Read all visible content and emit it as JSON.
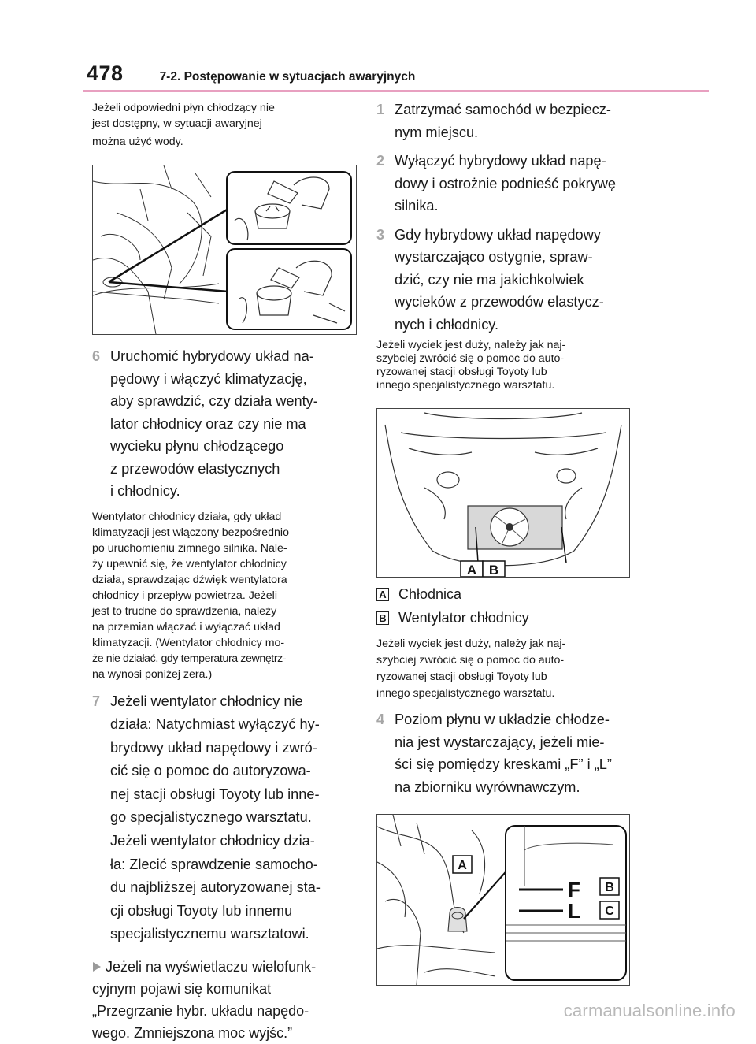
{
  "header": {
    "page_number": "478",
    "section": "7-2. Postępowanie w sytuacjach awaryjnych"
  },
  "left": {
    "intro": [
      "Jeżeli odpowiedni płyn chłodzący nie",
      "jest dostępny, w sytuacji awaryjnej",
      "można użyć wody."
    ],
    "step6": {
      "num": "6",
      "lines": [
        "Uruchomić hybrydowy układ na-",
        "pędowy i włączyć klimatyzację,",
        "aby sprawdzić, czy działa wenty-",
        "lator chłodnicy oraz czy nie ma",
        "wycieku płynu chłodzącego",
        "z przewodów elastycznych",
        "i chłodnicy."
      ]
    },
    "note": [
      "Wentylator chłodnicy działa, gdy układ",
      "klimatyzacji jest włączony bezpośrednio",
      "po uruchomieniu zimnego silnika. Nale-",
      "ży upewnić się, że wentylator chłodnicy",
      "działa, sprawdzając dźwięk wentylatora",
      "chłodnicy i przepływ powietrza. Jeżeli",
      "jest to trudne do sprawdzenia, należy",
      "na przemian włączać i wyłączać układ",
      "klimatyzacji. (Wentylator chłodnicy mo-",
      "że nie działać, gdy temperatura zewnętrz-",
      "na wynosi poniżej zera.)"
    ],
    "step7": {
      "num": "7",
      "lines": [
        "Jeżeli wentylator chłodnicy nie",
        "działa: Natychmiast wyłączyć hy-",
        "brydowy układ napędowy i zwró-",
        "cić się o pomoc do autoryzowa-",
        "nej stacji obsługi Toyoty lub inne-",
        "go specjalistycznego warsztatu.",
        "Jeżeli wentylator chłodnicy dzia-",
        "ła: Zlecić sprawdzenie samocho-",
        "du najbliższej autoryzowanej sta-",
        "cji obsługi Toyoty lub innemu",
        "specjalistycznemu warsztatowi."
      ]
    },
    "bullet": [
      "Jeżeli na wyświetlaczu wielofunk-",
      "cyjnym pojawi się komunikat",
      "„Przegrzanie hybr. układu napędo-",
      "wego. Zmniejszona moc wyjśc.”"
    ]
  },
  "right": {
    "step1": {
      "num": "1",
      "lines": [
        "Zatrzymać samochód w bezpiecz-",
        "nym miejscu."
      ]
    },
    "step2": {
      "num": "2",
      "lines": [
        "Wyłączyć hybrydowy układ napę-",
        "dowy i ostrożnie podnieść pokrywę",
        "silnika."
      ]
    },
    "step3": {
      "num": "3",
      "lines": [
        "Gdy hybrydowy układ napędowy",
        "wystarczająco ostygnie, spraw-",
        "dzić, czy nie ma jakichkolwiek",
        "wycieków z przewodów elastycz-",
        "nych i chłodnicy."
      ]
    },
    "note1": [
      "Jeżeli wyciek jest duży, należy jak naj-",
      "szybciej zwrócić się o pomoc do auto-",
      "ryzowanej stacji obsługi Toyoty lub",
      "innego specjalistycznego warsztatu."
    ],
    "figure2_labels": {
      "a": "A",
      "b": "B"
    },
    "legend": [
      {
        "key": "A",
        "text": "Chłodnica"
      },
      {
        "key": "B",
        "text": "Wentylator chłodnicy"
      }
    ],
    "note2": [
      "Jeżeli wyciek jest duży, należy jak naj-",
      "szybciej zwrócić się o pomoc do auto-",
      "ryzowanej stacji obsługi Toyoty lub",
      "innego specjalistycznego warsztatu."
    ],
    "step4": {
      "num": "4",
      "lines": [
        "Poziom płynu w układzie chłodze-",
        "nia jest wystarczający, jeżeli mie-",
        "ści się pomiędzy kreskami „F” i „L”",
        "na zbiorniku wyrównawczym."
      ]
    },
    "figure3_labels": {
      "a": "A",
      "b": "B",
      "c": "C",
      "f": "F",
      "l": "L"
    }
  },
  "watermark": "carmanualsonline.info"
}
